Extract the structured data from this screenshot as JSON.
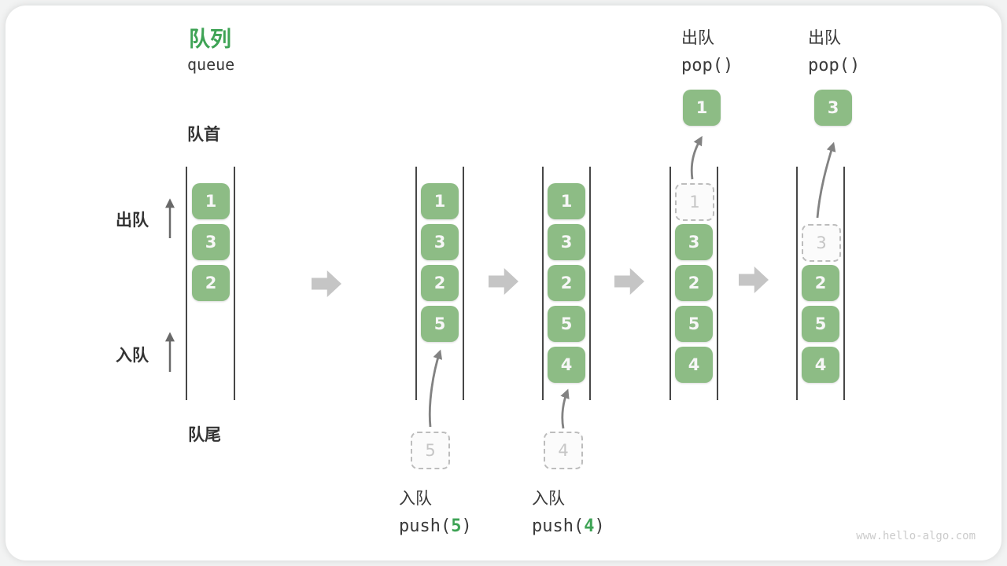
{
  "title": {
    "zh": "队列",
    "en": "queue"
  },
  "labels": {
    "front": "队首",
    "rear": "队尾",
    "dequeue_side": "出队",
    "enqueue_side": "入队"
  },
  "states": [
    {
      "name": "initial",
      "boxes": [
        {
          "v": "1"
        },
        {
          "v": "3"
        },
        {
          "v": "2"
        }
      ]
    },
    {
      "name": "after-push-5",
      "boxes": [
        {
          "v": "1"
        },
        {
          "v": "3"
        },
        {
          "v": "2"
        },
        {
          "v": "5"
        }
      ]
    },
    {
      "name": "after-push-4",
      "boxes": [
        {
          "v": "1"
        },
        {
          "v": "3"
        },
        {
          "v": "2"
        },
        {
          "v": "5"
        },
        {
          "v": "4"
        }
      ]
    },
    {
      "name": "after-pop-1",
      "boxes": [
        {
          "v": "1",
          "ghost": true
        },
        {
          "v": "3"
        },
        {
          "v": "2"
        },
        {
          "v": "5"
        },
        {
          "v": "4"
        }
      ]
    },
    {
      "name": "after-pop-3",
      "boxes": [
        {
          "v": "3",
          "ghost": true
        },
        {
          "v": "2"
        },
        {
          "v": "5"
        },
        {
          "v": "4"
        }
      ]
    }
  ],
  "staged": [
    {
      "value": "5"
    },
    {
      "value": "4"
    }
  ],
  "popped": [
    {
      "value": "1"
    },
    {
      "value": "3"
    }
  ],
  "operations": {
    "push": [
      {
        "label": "入队",
        "code_prefix": "push(",
        "arg": "5",
        "code_suffix": ")"
      },
      {
        "label": "入队",
        "code_prefix": "push(",
        "arg": "4",
        "code_suffix": ")"
      }
    ],
    "pop": [
      {
        "label": "出队",
        "code": "pop()"
      },
      {
        "label": "出队",
        "code": "pop()"
      }
    ]
  },
  "watermark": "www.hello-algo.com",
  "colors": {
    "accent_green": "#3EA355",
    "box_green": "#8DBC85",
    "block_arrow_gray": "#C5C5C5",
    "ghost_gray": "#BDBDBD",
    "wall_dark": "#474747"
  }
}
